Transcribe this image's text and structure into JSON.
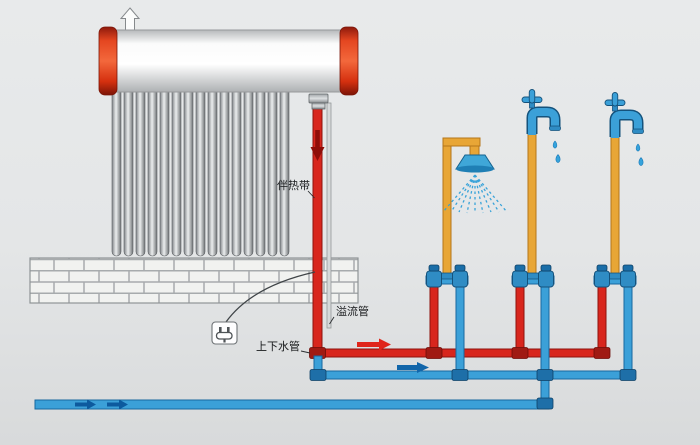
{
  "diagram": {
    "type": "solar-water-heater-plumbing-schematic",
    "labels": {
      "heat_tracing": "伴热带",
      "overflow_pipe": "溢流管",
      "updown_pipe": "上下水管"
    },
    "colors": {
      "background": "#e4e6e7",
      "hot_pipe": "#d8261d",
      "cold_pipe": "#3ba0d8",
      "fixture_pipe": "#e8a636",
      "tank_cap": "#e44620",
      "brick_fill": "#f1f2f0",
      "brick_mortar": "#a7abad"
    },
    "components": {
      "vacuum_tube_count": 15,
      "fixtures": [
        "shower",
        "faucet",
        "faucet"
      ]
    },
    "flow_arrows": [
      {
        "name": "hot-down-pipe",
        "direction": "down"
      },
      {
        "name": "hot-supply",
        "direction": "right"
      },
      {
        "name": "cold-distribution",
        "direction": "right"
      },
      {
        "name": "cold-main-1",
        "direction": "right"
      },
      {
        "name": "cold-main-2",
        "direction": "right"
      }
    ]
  }
}
